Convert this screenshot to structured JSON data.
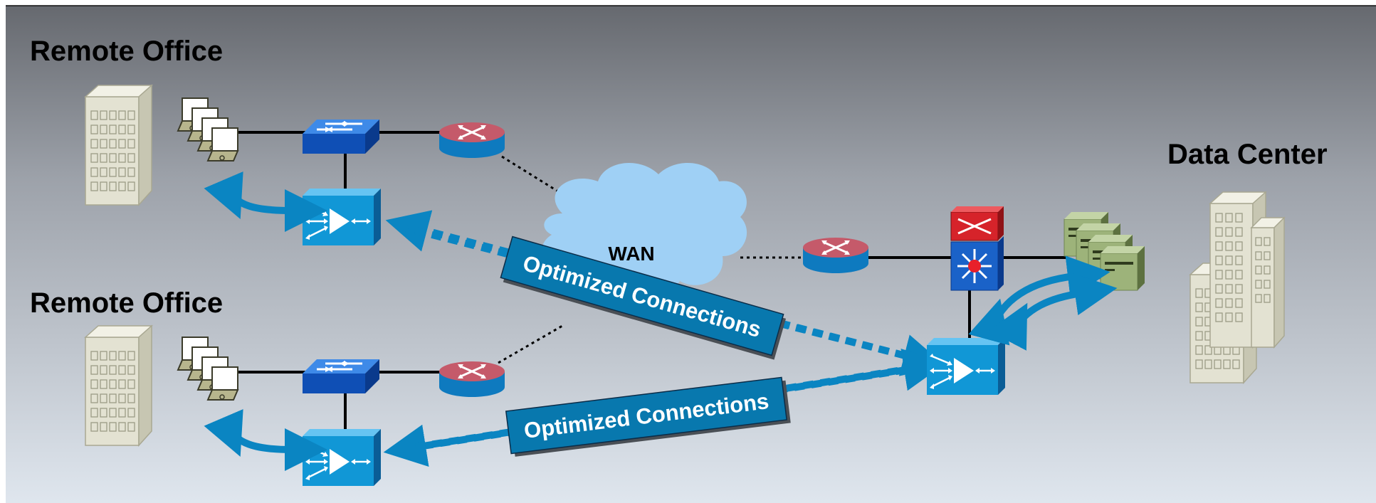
{
  "labels": {
    "remote_office_top": "Remote Office",
    "remote_office_bottom": "Remote Office",
    "data_center": "Data Center",
    "wan": "WAN",
    "optimized_top": "Optimized Connections",
    "optimized_bottom": "Optimized Connections"
  },
  "colors": {
    "bg_top": "#66696f",
    "bg_bottom": "#dfe6ee",
    "accent_blue": "#0a85c2",
    "label_box": "#0878ae",
    "cloud": "#9fd0f5",
    "router_top": "#c55a6a",
    "switch_blue": "#1a62c8",
    "server_green": "#9db37a",
    "building": "#e3e2d2"
  },
  "icons": [
    "building-icon",
    "laptop-icon",
    "switch-icon",
    "router-icon",
    "wan-optimizer-icon",
    "cloud-icon",
    "firewall-icon",
    "multilayer-switch-icon",
    "server-icon"
  ]
}
